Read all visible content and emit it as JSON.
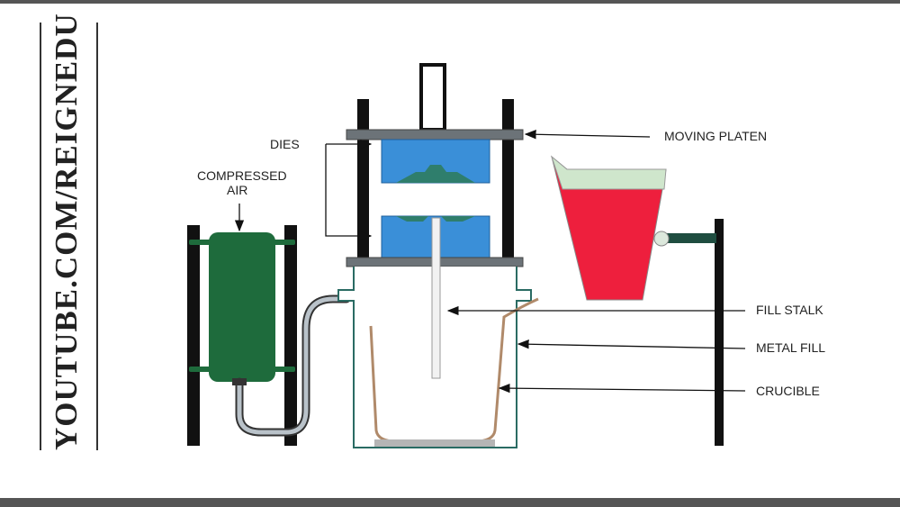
{
  "watermark": "YOUTUBE.COM/REIGNEDU",
  "labels": {
    "dies": "DIES",
    "compressed_air_line1": "COMPRESSED",
    "compressed_air_line2": "AIR",
    "moving_platen": "MOVING PLATEN",
    "fill_stalk": "FILL STALK",
    "metal_fill": "METAL FILL",
    "crucible": "CRUCIBLE"
  },
  "colors": {
    "tank": "#1e6b3c",
    "die": "#3a8fd8",
    "platen": "#6c7378",
    "frame": "#111111",
    "molten_metal": "#ee1f3d",
    "ladle_rim": "#cfe6cc",
    "crucible": "#b08a6a",
    "die_cavity": "#2f7e6c"
  }
}
